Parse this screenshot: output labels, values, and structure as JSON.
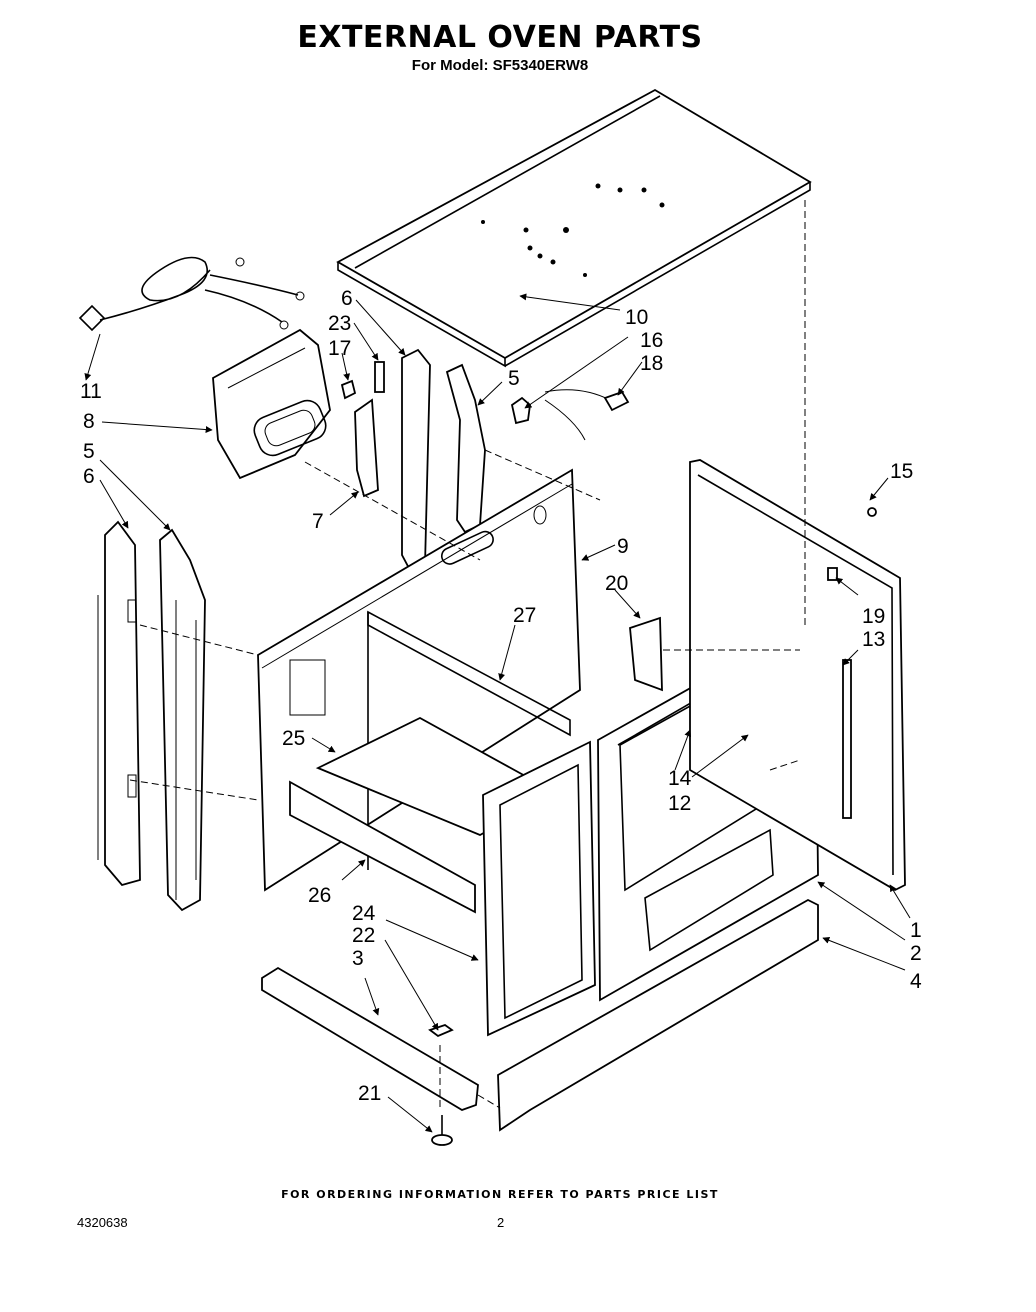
{
  "header": {
    "title": "EXTERNAL OVEN PARTS",
    "subtitle": "For Model: SF5340ERW8"
  },
  "footer": {
    "note": "FOR ORDERING INFORMATION REFER TO PARTS PRICE LIST",
    "doc_number": "4320638",
    "page_number": "2"
  },
  "callouts": {
    "p1": "1",
    "p2": "2",
    "p3": "3",
    "p4": "4",
    "p5a": "5",
    "p5b": "5",
    "p6a": "6",
    "p6b": "6",
    "p7": "7",
    "p8": "8",
    "p9": "9",
    "p10": "10",
    "p11": "11",
    "p12": "12",
    "p13": "13",
    "p14": "14",
    "p15": "15",
    "p16": "16",
    "p17": "17",
    "p18": "18",
    "p19": "19",
    "p20": "20",
    "p21": "21",
    "p22": "22",
    "p23": "23",
    "p24": "24",
    "p25": "25",
    "p26": "26",
    "p27": "27"
  }
}
